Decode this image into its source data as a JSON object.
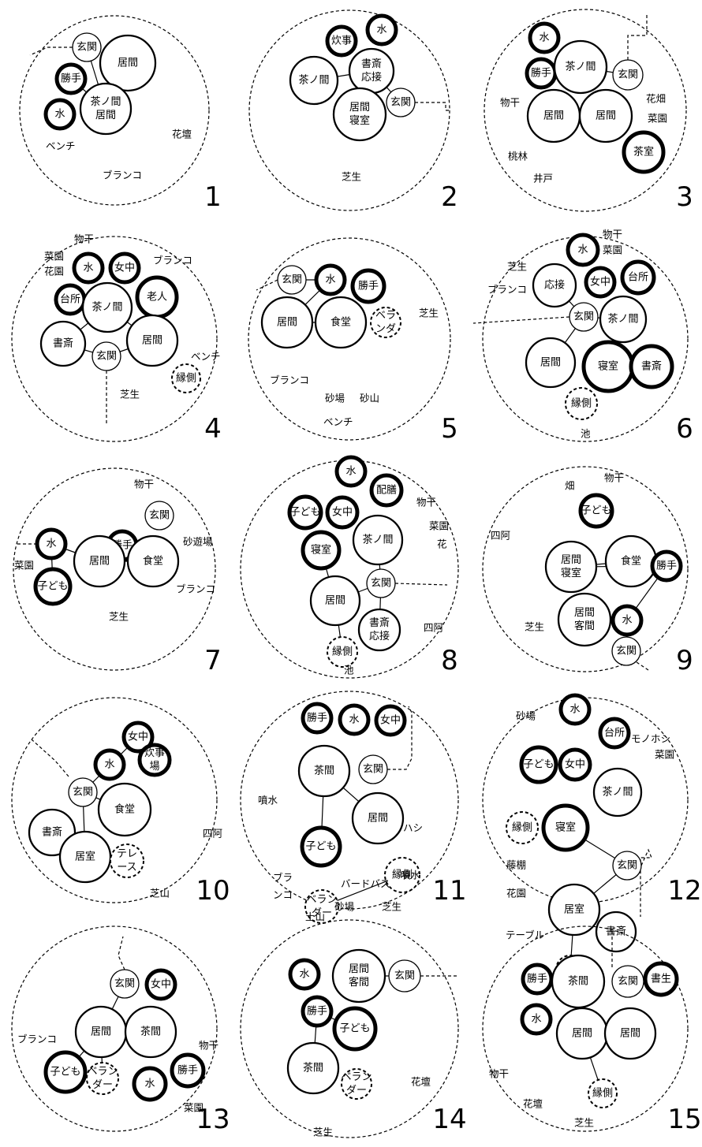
{
  "plans": [
    {
      "number": "1",
      "rooms": [
        {
          "id": "genkan",
          "label": [
            "玄関"
          ],
          "style": "thin"
        },
        {
          "id": "ima",
          "label": [
            "居間"
          ],
          "style": "normal"
        },
        {
          "id": "katte",
          "label": [
            "勝手"
          ],
          "style": "bold"
        },
        {
          "id": "chanoma",
          "label": [
            "茶ノ間",
            "居間"
          ],
          "style": "normal"
        },
        {
          "id": "mizu",
          "label": [
            "水"
          ],
          "style": "bold"
        }
      ],
      "yard": [
        "花壇",
        "ベンチ",
        "ブランコ"
      ]
    },
    {
      "number": "2",
      "rooms": [
        {
          "id": "suiji",
          "label": [
            "炊事"
          ],
          "style": "bold"
        },
        {
          "id": "mizu",
          "label": [
            "水"
          ],
          "style": "bold"
        },
        {
          "id": "chanoma",
          "label": [
            "茶ノ間"
          ],
          "style": "normal"
        },
        {
          "id": "shosai",
          "label": [
            "書斎",
            "応接"
          ],
          "style": "normal"
        },
        {
          "id": "genkan",
          "label": [
            "玄関"
          ],
          "style": "thin"
        },
        {
          "id": "ima",
          "label": [
            "居間",
            "寝室"
          ],
          "style": "normal"
        }
      ],
      "yard": [
        "芝生"
      ]
    },
    {
      "number": "3",
      "rooms": [
        {
          "id": "mizu",
          "label": [
            "水"
          ],
          "style": "bold"
        },
        {
          "id": "katte",
          "label": [
            "勝手"
          ],
          "style": "bold"
        },
        {
          "id": "chanoma",
          "label": [
            "茶ノ間"
          ],
          "style": "normal"
        },
        {
          "id": "genkan",
          "label": [
            "玄関"
          ],
          "style": "thin"
        },
        {
          "id": "ima1",
          "label": [
            "居間"
          ],
          "style": "normal"
        },
        {
          "id": "ima2",
          "label": [
            "居間"
          ],
          "style": "normal"
        },
        {
          "id": "chashitsu",
          "label": [
            "茶室"
          ],
          "style": "bold"
        }
      ],
      "yard": [
        "物干",
        "花畑",
        "菜園",
        "桃林",
        "井戸"
      ]
    },
    {
      "number": "4",
      "rooms": [
        {
          "id": "mizu",
          "label": [
            "水"
          ],
          "style": "bold"
        },
        {
          "id": "jochu",
          "label": [
            "女中"
          ],
          "style": "bold"
        },
        {
          "id": "daidokoro",
          "label": [
            "台所"
          ],
          "style": "bold"
        },
        {
          "id": "rojin",
          "label": [
            "老人"
          ],
          "style": "bold"
        },
        {
          "id": "chanoma",
          "label": [
            "茶ノ間"
          ],
          "style": "normal"
        },
        {
          "id": "shosai",
          "label": [
            "書斎"
          ],
          "style": "normal"
        },
        {
          "id": "ima",
          "label": [
            "居間"
          ],
          "style": "normal"
        },
        {
          "id": "genkan",
          "label": [
            "玄関"
          ],
          "style": "thin"
        },
        {
          "id": "engawa",
          "label": [
            "縁側"
          ],
          "style": "dashed"
        }
      ],
      "yard": [
        "物干",
        "菜園",
        "花園",
        "ブランコ",
        "ベンチ",
        "芝生"
      ]
    },
    {
      "number": "5",
      "rooms": [
        {
          "id": "genkan",
          "label": [
            "玄関"
          ],
          "style": "thin"
        },
        {
          "id": "mizu",
          "label": [
            "水"
          ],
          "style": "bold"
        },
        {
          "id": "katte",
          "label": [
            "勝手"
          ],
          "style": "bold"
        },
        {
          "id": "ima",
          "label": [
            "居間"
          ],
          "style": "normal"
        },
        {
          "id": "shokudo",
          "label": [
            "食堂"
          ],
          "style": "normal"
        },
        {
          "id": "veranda",
          "label": [
            "ベラ",
            "ンダ"
          ],
          "style": "dashed"
        }
      ],
      "yard": [
        "芝生",
        "ブランコ",
        "砂場",
        "砂山",
        "ベンチ"
      ]
    },
    {
      "number": "6",
      "rooms": [
        {
          "id": "mizu",
          "label": [
            "水"
          ],
          "style": "bold"
        },
        {
          "id": "oset",
          "label": [
            "応接"
          ],
          "style": "normal"
        },
        {
          "id": "jochu",
          "label": [
            "女中"
          ],
          "style": "bold"
        },
        {
          "id": "daidokoro",
          "label": [
            "台所"
          ],
          "style": "bold"
        },
        {
          "id": "genkan",
          "label": [
            "玄関"
          ],
          "style": "thin"
        },
        {
          "id": "chanoma",
          "label": [
            "茶ノ間"
          ],
          "style": "normal"
        },
        {
          "id": "ima",
          "label": [
            "居間"
          ],
          "style": "normal"
        },
        {
          "id": "shinshitsu",
          "label": [
            "寝室"
          ],
          "style": "bold"
        },
        {
          "id": "shosai",
          "label": [
            "書斎"
          ],
          "style": "bold"
        },
        {
          "id": "engawa",
          "label": [
            "縁側"
          ],
          "style": "dashed"
        }
      ],
      "yard": [
        "物干",
        "菜園",
        "芝生",
        "ブランコ",
        "池"
      ]
    },
    {
      "number": "7",
      "rooms": [
        {
          "id": "mizu",
          "label": [
            "水"
          ],
          "style": "bold"
        },
        {
          "id": "katte",
          "label": [
            "勝手"
          ],
          "style": "bold"
        },
        {
          "id": "genkan",
          "label": [
            "玄関"
          ],
          "style": "thin"
        },
        {
          "id": "ima",
          "label": [
            "居間"
          ],
          "style": "normal"
        },
        {
          "id": "shokudo",
          "label": [
            "食堂"
          ],
          "style": "normal"
        },
        {
          "id": "kodomo",
          "label": [
            "子ども"
          ],
          "style": "bold"
        }
      ],
      "yard": [
        "物干",
        "砂遊場",
        "菜園",
        "ブランコ",
        "芝生"
      ]
    },
    {
      "number": "8",
      "rooms": [
        {
          "id": "mizu",
          "label": [
            "水"
          ],
          "style": "bold"
        },
        {
          "id": "haizen",
          "label": [
            "配膳"
          ],
          "style": "bold"
        },
        {
          "id": "kodomo",
          "label": [
            "子ども"
          ],
          "style": "bold"
        },
        {
          "id": "jochu",
          "label": [
            "女中"
          ],
          "style": "bold"
        },
        {
          "id": "shinshitsu",
          "label": [
            "寝室"
          ],
          "style": "bold"
        },
        {
          "id": "chanoma",
          "label": [
            "茶ノ間"
          ],
          "style": "normal"
        },
        {
          "id": "genkan",
          "label": [
            "玄関"
          ],
          "style": "thin"
        },
        {
          "id": "ima",
          "label": [
            "居間"
          ],
          "style": "normal"
        },
        {
          "id": "shosai",
          "label": [
            "書斎",
            "応接"
          ],
          "style": "normal"
        },
        {
          "id": "engawa",
          "label": [
            "縁側"
          ],
          "style": "dashed"
        }
      ],
      "yard": [
        "物干",
        "菜園",
        "花",
        "四阿",
        "池"
      ]
    },
    {
      "number": "9",
      "rooms": [
        {
          "id": "kodomo",
          "label": [
            "子ども"
          ],
          "style": "bold"
        },
        {
          "id": "ima",
          "label": [
            "居間",
            "寝室"
          ],
          "style": "normal"
        },
        {
          "id": "shokudo",
          "label": [
            "食堂"
          ],
          "style": "normal"
        },
        {
          "id": "katte",
          "label": [
            "勝手"
          ],
          "style": "bold"
        },
        {
          "id": "ima2",
          "label": [
            "居間",
            "客間"
          ],
          "style": "normal"
        },
        {
          "id": "mizu",
          "label": [
            "水"
          ],
          "style": "bold"
        },
        {
          "id": "genkan",
          "label": [
            "玄関"
          ],
          "style": "thin"
        }
      ],
      "yard": [
        "畑",
        "物干",
        "四阿",
        "芝生"
      ]
    },
    {
      "number": "10",
      "rooms": [
        {
          "id": "jochu",
          "label": [
            "女中"
          ],
          "style": "bold"
        },
        {
          "id": "mizu",
          "label": [
            "水"
          ],
          "style": "bold"
        },
        {
          "id": "suiji",
          "label": [
            "炊事",
            "場"
          ],
          "style": "bold"
        },
        {
          "id": "genkan",
          "label": [
            "玄関"
          ],
          "style": "thin"
        },
        {
          "id": "shokudo",
          "label": [
            "食堂"
          ],
          "style": "normal"
        },
        {
          "id": "shosai",
          "label": [
            "書斎"
          ],
          "style": "normal"
        },
        {
          "id": "ishitsu",
          "label": [
            "居室"
          ],
          "style": "normal"
        },
        {
          "id": "terrace",
          "label": [
            "テレ",
            "ース"
          ],
          "style": "dashed"
        }
      ],
      "yard": [
        "四阿",
        "芝山"
      ]
    },
    {
      "number": "11",
      "rooms": [
        {
          "id": "katte",
          "label": [
            "勝手"
          ],
          "style": "bold"
        },
        {
          "id": "mizu",
          "label": [
            "水"
          ],
          "style": "bold"
        },
        {
          "id": "jochu",
          "label": [
            "女中"
          ],
          "style": "bold"
        },
        {
          "id": "chanoma",
          "label": [
            "茶間"
          ],
          "style": "normal"
        },
        {
          "id": "genkan",
          "label": [
            "玄関"
          ],
          "style": "thin"
        },
        {
          "id": "ima",
          "label": [
            "居間"
          ],
          "style": "normal"
        },
        {
          "id": "kodomo",
          "label": [
            "子ども"
          ],
          "style": "bold"
        },
        {
          "id": "engawa",
          "label": [
            "縁側"
          ],
          "style": "dashed"
        },
        {
          "id": "veranda",
          "label": [
            "ベラン",
            "ダー"
          ],
          "style": "dashed"
        }
      ],
      "yard": [
        "噴水",
        "ハシ",
        "噴水",
        "ブラ",
        "ンコ",
        "バードバス",
        "土山",
        "砂場",
        "芝生"
      ]
    },
    {
      "number": "12",
      "rooms": [
        {
          "id": "mizu",
          "label": [
            "水"
          ],
          "style": "bold"
        },
        {
          "id": "daidokoro",
          "label": [
            "台所"
          ],
          "style": "bold"
        },
        {
          "id": "kodomo",
          "label": [
            "子ども"
          ],
          "style": "bold"
        },
        {
          "id": "jochu",
          "label": [
            "女中"
          ],
          "style": "bold"
        },
        {
          "id": "chanoma",
          "label": [
            "茶ノ間"
          ],
          "style": "normal"
        },
        {
          "id": "engawa1",
          "label": [
            "縁側"
          ],
          "style": "dashed"
        },
        {
          "id": "shinshitsu",
          "label": [
            "寝室"
          ],
          "style": "bold"
        },
        {
          "id": "genkan",
          "label": [
            "玄関"
          ],
          "style": "thin"
        },
        {
          "id": "ishitsu",
          "label": [
            "居室"
          ],
          "style": "normal"
        },
        {
          "id": "shosai",
          "label": [
            "書斎"
          ],
          "style": "normal"
        },
        {
          "id": "engawa2",
          "label": [
            "縁側"
          ],
          "style": "dashed"
        }
      ],
      "yard": [
        "砂場",
        "モノホシ",
        "菜園",
        "藤棚",
        "花園",
        "テーブル"
      ]
    },
    {
      "number": "13",
      "rooms": [
        {
          "id": "genkan",
          "label": [
            "玄関"
          ],
          "style": "thin"
        },
        {
          "id": "jochu",
          "label": [
            "女中"
          ],
          "style": "bold"
        },
        {
          "id": "ima",
          "label": [
            "居間"
          ],
          "style": "normal"
        },
        {
          "id": "chanoma",
          "label": [
            "茶間"
          ],
          "style": "normal"
        },
        {
          "id": "kodomo",
          "label": [
            "子ども"
          ],
          "style": "bold"
        },
        {
          "id": "veranda",
          "label": [
            "ベラン",
            "ダー"
          ],
          "style": "dashed"
        },
        {
          "id": "mizu",
          "label": [
            "水"
          ],
          "style": "bold"
        },
        {
          "id": "katte",
          "label": [
            "勝手"
          ],
          "style": "bold"
        }
      ],
      "yard": [
        "ブランコ",
        "物干",
        "菜園"
      ]
    },
    {
      "number": "14",
      "rooms": [
        {
          "id": "mizu",
          "label": [
            "水"
          ],
          "style": "bold"
        },
        {
          "id": "ima",
          "label": [
            "居間",
            "客間"
          ],
          "style": "normal"
        },
        {
          "id": "genkan",
          "label": [
            "玄関"
          ],
          "style": "thin"
        },
        {
          "id": "katte",
          "label": [
            "勝手"
          ],
          "style": "bold"
        },
        {
          "id": "kodomo",
          "label": [
            "子ども"
          ],
          "style": "bold"
        },
        {
          "id": "chanoma",
          "label": [
            "茶間"
          ],
          "style": "normal"
        },
        {
          "id": "veranda",
          "label": [
            "ベラン",
            "ダー"
          ],
          "style": "dashed"
        }
      ],
      "yard": [
        "花壇",
        "芝生"
      ]
    },
    {
      "number": "15",
      "rooms": [
        {
          "id": "katte",
          "label": [
            "勝手"
          ],
          "style": "bold"
        },
        {
          "id": "chanoma",
          "label": [
            "茶間"
          ],
          "style": "normal"
        },
        {
          "id": "genkan",
          "label": [
            "玄関"
          ],
          "style": "thin"
        },
        {
          "id": "shosei",
          "label": [
            "書生"
          ],
          "style": "bold"
        },
        {
          "id": "mizu",
          "label": [
            "水"
          ],
          "style": "bold"
        },
        {
          "id": "ima1",
          "label": [
            "居間"
          ],
          "style": "normal"
        },
        {
          "id": "ima2",
          "label": [
            "居間"
          ],
          "style": "normal"
        },
        {
          "id": "engawa",
          "label": [
            "縁側"
          ],
          "style": "dashed"
        }
      ],
      "yard": [
        "物干",
        "花壇",
        "芝生"
      ]
    }
  ]
}
